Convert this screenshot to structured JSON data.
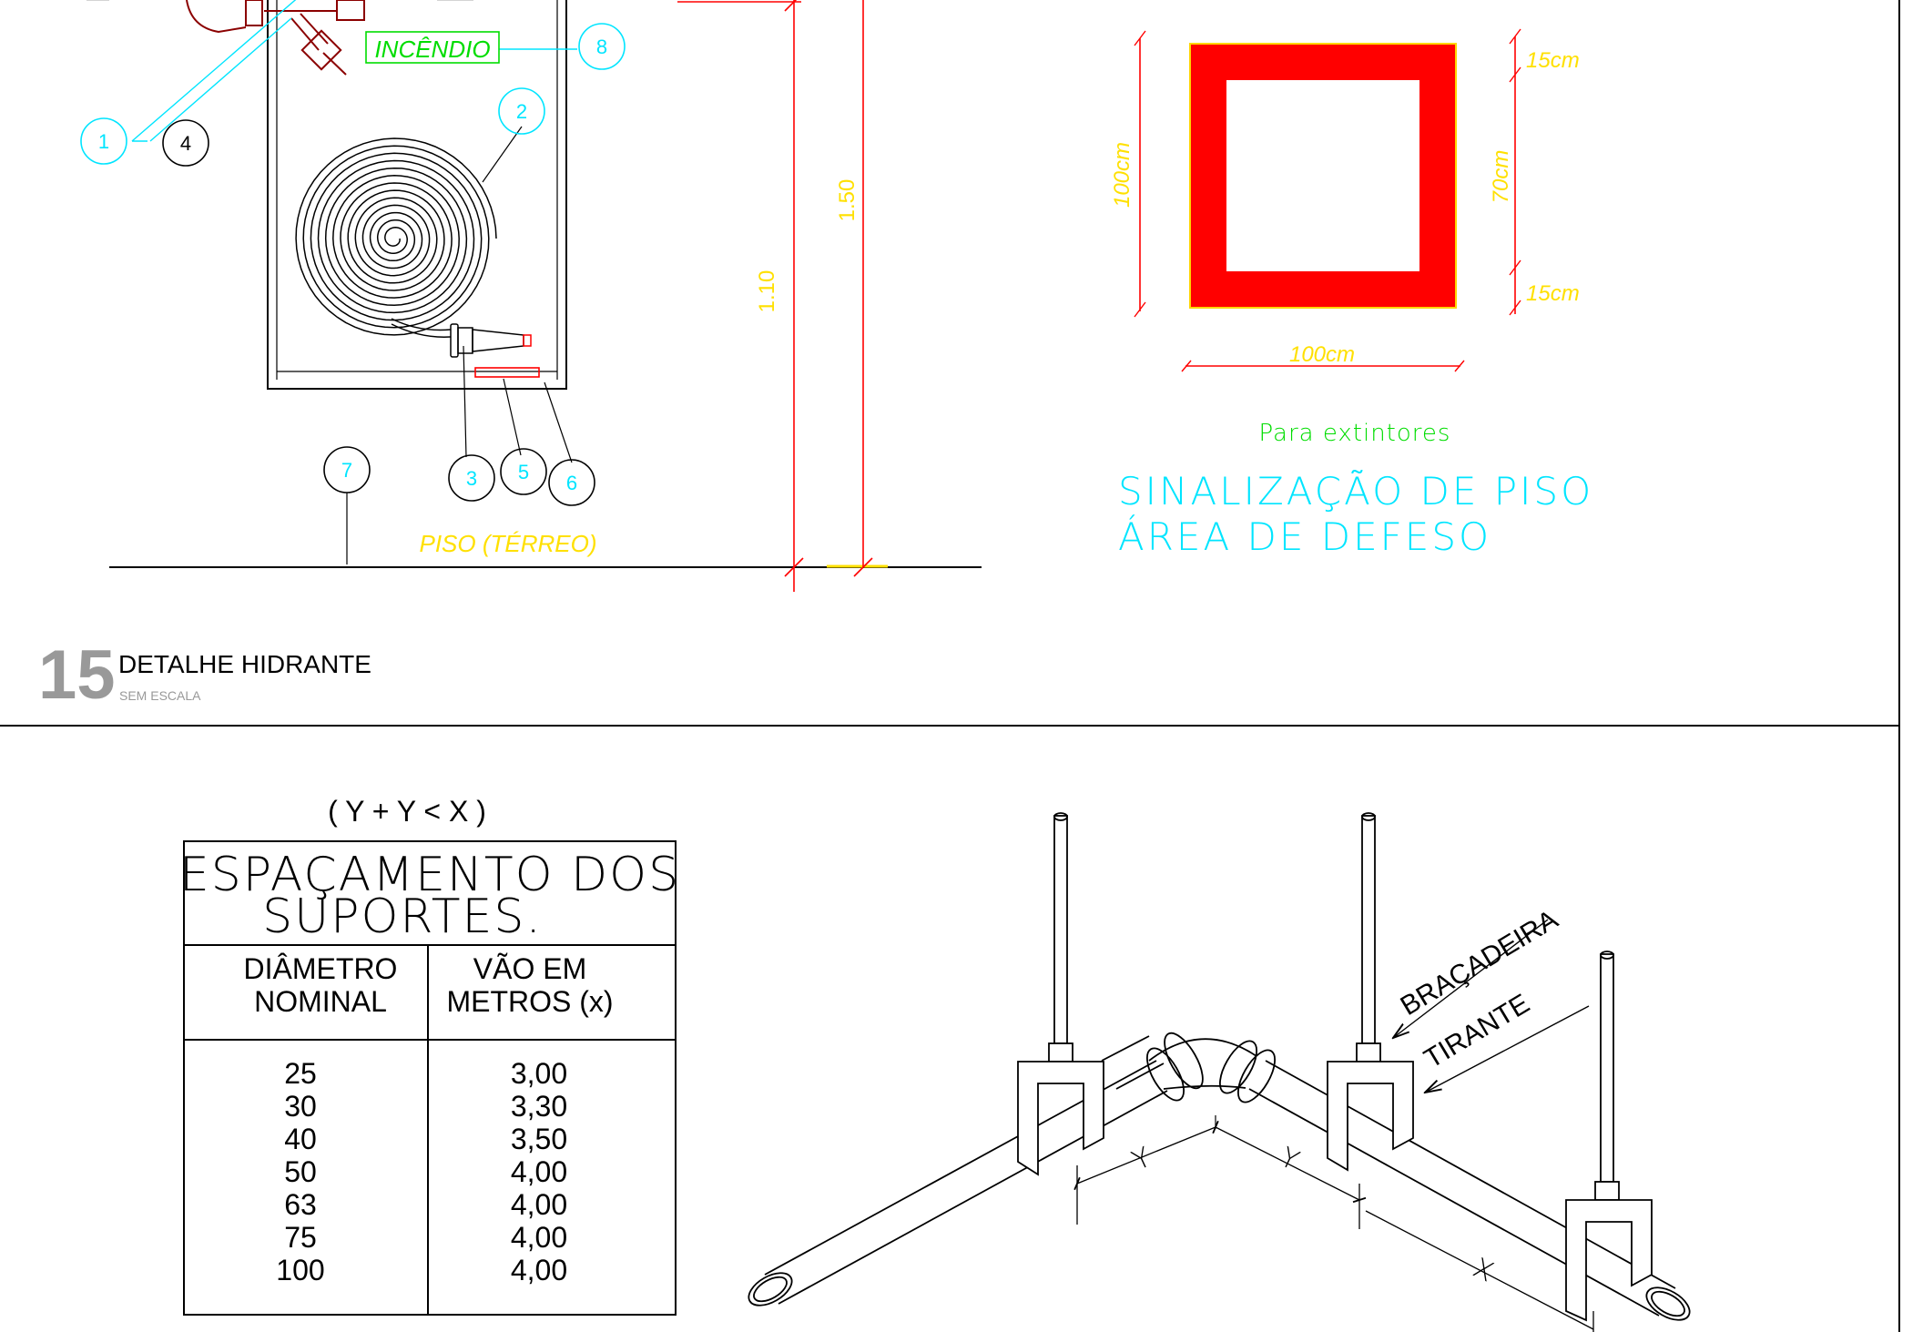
{
  "hydrant_detail": {
    "callouts": {
      "c1": "1",
      "c2": "2",
      "c3": "3",
      "c4": "4",
      "c5": "5",
      "c6": "6",
      "c7": "7",
      "c8": "8"
    },
    "incendio_label": "INCÊNDIO",
    "floor_label": "PISO (TÉRREO)",
    "dim_110": "1.10",
    "dim_150": "1.50",
    "detail_number": "15",
    "detail_title": "DETALHE HIDRANTE",
    "detail_scale": "SEM ESCALA"
  },
  "floor_marking": {
    "dim_left": "100cm",
    "dim_bottom": "100cm",
    "dim_right_top": "15cm",
    "dim_right_mid": "70cm",
    "dim_right_bottom": "15cm",
    "subtitle": "Para  extintores",
    "title_line1": "SINALIZAÇÃO  DE  PISO",
    "title_line2": "ÁREA  DE  DEFESO",
    "colors": {
      "border": "#ff0000",
      "outline": "#ffd500",
      "dims": "#ffe000",
      "text": "#00e5ff",
      "subtitle": "#00dd00"
    }
  },
  "support_table": {
    "formula": "( Y + Y < X )",
    "title_line1": "ESPAÇAMENTO  DOS",
    "title_line2": "SUPORTES.",
    "col1_header_line1": "DIÂMETRO",
    "col1_header_line2": "NOMINAL",
    "col2_header_line1": "VÃO EM",
    "col2_header_line2": "METROS (x)",
    "rows": [
      {
        "diameter": "25",
        "span": "3,00"
      },
      {
        "diameter": "30",
        "span": "3,30"
      },
      {
        "diameter": "40",
        "span": "3,50"
      },
      {
        "diameter": "50",
        "span": "4,00"
      },
      {
        "diameter": "63",
        "span": "4,00"
      },
      {
        "diameter": "75",
        "span": "4,00"
      },
      {
        "diameter": "100",
        "span": "4,00"
      }
    ]
  },
  "pipe_support": {
    "label_bracadeira": "BRAÇADEIRA",
    "label_tirante": "TIRANTE",
    "dim_y1": "Y",
    "dim_y2": "Y",
    "dim_x": "X"
  }
}
